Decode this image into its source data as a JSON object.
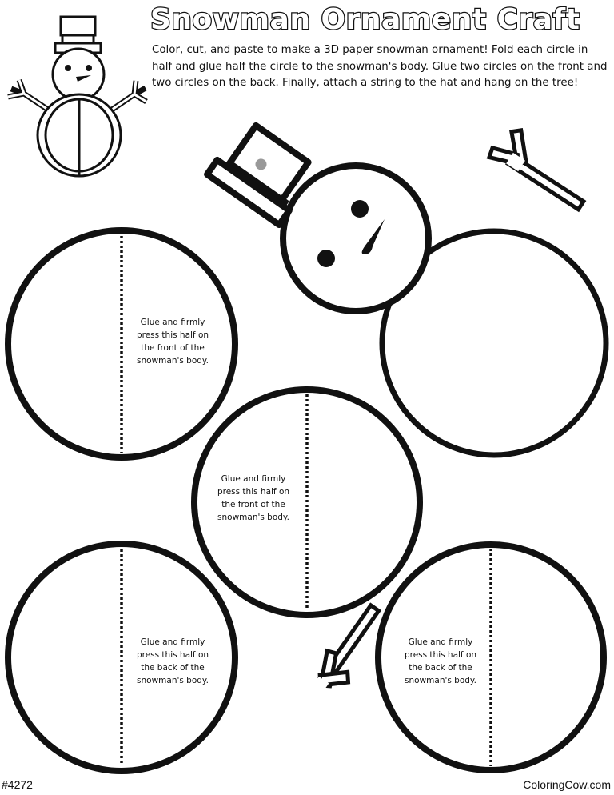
{
  "header": {
    "title": "Snowman Ornament Craft",
    "instructions": "Color, cut, and paste to make a 3D paper snowman ornament! Fold each circle in half and glue half the circle to the snowman's body. Glue two circles on the front and two circles on the back. Finally, attach a string to the hat and hang on the tree!"
  },
  "circles": [
    {
      "id": "top-left",
      "label": "Glue and firmly press this half on the front of the snowman's body.",
      "side": "front"
    },
    {
      "id": "top-right",
      "label": "",
      "side": "body"
    },
    {
      "id": "middle",
      "label": "Glue and firmly press this half on the front of the snowman's body.",
      "side": "front"
    },
    {
      "id": "bottom-left",
      "label": "Glue and firmly press this half on the back of the snowman's body.",
      "side": "back"
    },
    {
      "id": "bottom-right",
      "label": "Glue and firmly press this half on the back of the snowman's body.",
      "side": "back"
    }
  ],
  "pieces": {
    "example": "snowman-example-icon",
    "head": "snowman-head-with-hat",
    "arm_right": "stick-arm-top-right",
    "arm_bottom": "stick-arm-bottom"
  },
  "colors": {
    "line": "#111111",
    "hat_dot": "#999999",
    "paper": "#ffffff"
  },
  "footer": {
    "id": "#4272",
    "brand": "ColoringCow.com"
  }
}
